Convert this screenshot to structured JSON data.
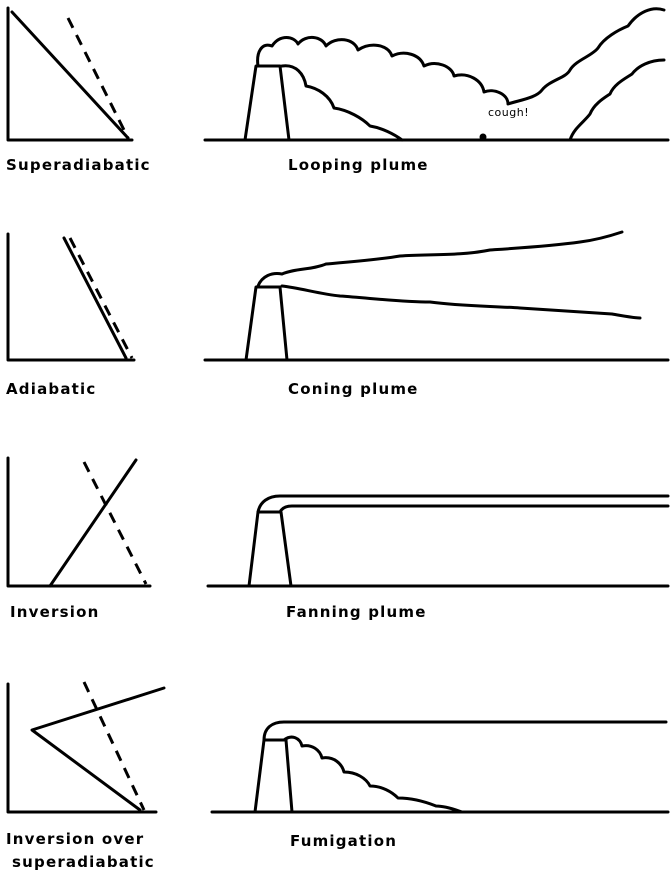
{
  "rows": [
    {
      "profile_label": [
        "Superadiabatic"
      ],
      "plume_label": "Looping plume",
      "annotation": "cough!"
    },
    {
      "profile_label": [
        "Adiabatic"
      ],
      "plume_label": "Coning plume"
    },
    {
      "profile_label": [
        "Inversion"
      ],
      "plume_label": "Fanning plume"
    },
    {
      "profile_label": [
        "Inversion over",
        "superadiabatic"
      ],
      "plume_label": "Fumigation"
    }
  ]
}
